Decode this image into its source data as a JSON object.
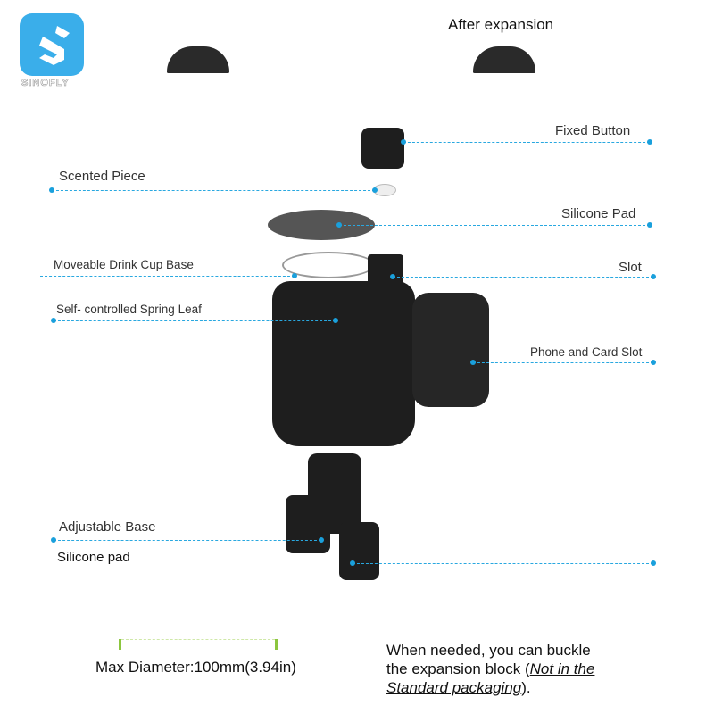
{
  "brand": {
    "name": "SINOFLY"
  },
  "header": {
    "title": "After expansion"
  },
  "labels": {
    "fixed_button": "Fixed Button",
    "scented_piece": "Scented Piece",
    "silicone_pad_top": "Silicone Pad",
    "moveable_base": "Moveable Drink Cup Base",
    "slot": "Slot",
    "spring_leaf": "Self- controlled Spring Leaf",
    "phone_card_slot": "Phone and Card Slot",
    "adjustable_base": "Adjustable Base",
    "silicone_pad_bottom": "Silicone pad"
  },
  "footer": {
    "diameter": "Max Diameter:100mm(3.94in)",
    "note_line1": "When needed, you can buckle",
    "note_line2_prefix": "the expansion block (",
    "note_line2_underlined": "Not in the",
    "note_line3_underlined": "Standard packaging",
    "note_line3_suffix": ")."
  },
  "colors": {
    "accent": "#29a8e0",
    "logo": "#3aaeea",
    "measure": "#8cc63f"
  }
}
